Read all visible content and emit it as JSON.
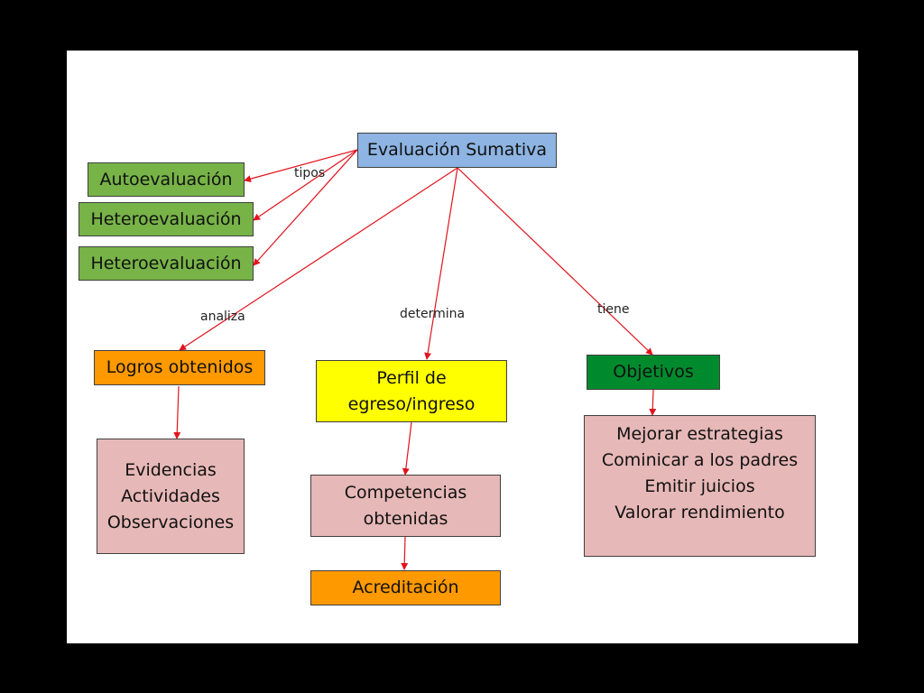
{
  "colors": {
    "root": "#8db4e2",
    "green": "#77b347",
    "orange": "#ff9900",
    "yellow": "#ffff00",
    "darkgreen": "#008a2e",
    "pink": "#e6b8b7",
    "connector": "#e0141e"
  },
  "root": {
    "label": "Evaluación Sumativa"
  },
  "types": [
    "Autoevaluación",
    "Heteroevaluación",
    "Heteroevaluación"
  ],
  "links": {
    "tipos": "tipos",
    "analiza": "analiza",
    "determina": "determina",
    "tiene": "tiene"
  },
  "branches": {
    "logros": {
      "label": "Logros obtenidos",
      "detail": [
        "Evidencias",
        "Actividades",
        "Observaciones"
      ]
    },
    "perfil": {
      "label": [
        "Perfil de",
        "egreso/ingreso"
      ],
      "competencias": [
        "Competencias",
        "obtenidas"
      ],
      "acreditacion": "Acreditación"
    },
    "objetivos": {
      "label": "Objetivos",
      "detail": [
        "Mejorar estrategias",
        "Cominicar a los padres",
        "Emitir juicios",
        "Valorar rendimiento"
      ]
    }
  }
}
